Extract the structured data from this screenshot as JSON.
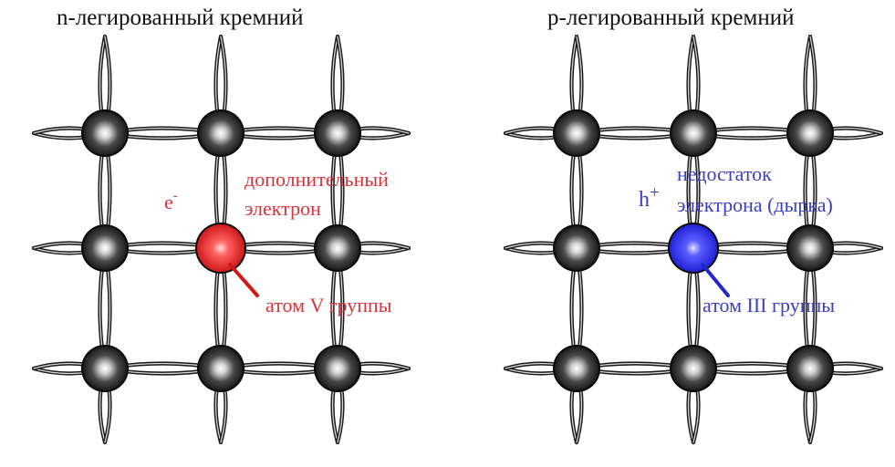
{
  "colors": {
    "electron": "#d8343c",
    "hole": "#3b3ec2",
    "atom": "#3a3a3a",
    "dopant_donor": "#e8262b",
    "dopant_acceptor": "#2a2df0"
  },
  "panels": [
    {
      "title": "n-легированный кремний",
      "carrier_symbol": "e",
      "carrier_sup": "-",
      "note_line1": "дополнительный",
      "note_line2": "электрон",
      "atom_label": "атом V группы"
    },
    {
      "title": "p-легированный кремний",
      "carrier_symbol": "h",
      "carrier_sup": "+",
      "note_line1": "недостаток",
      "note_line2": "электрона (дырка)",
      "atom_label": "атом III группы"
    }
  ]
}
